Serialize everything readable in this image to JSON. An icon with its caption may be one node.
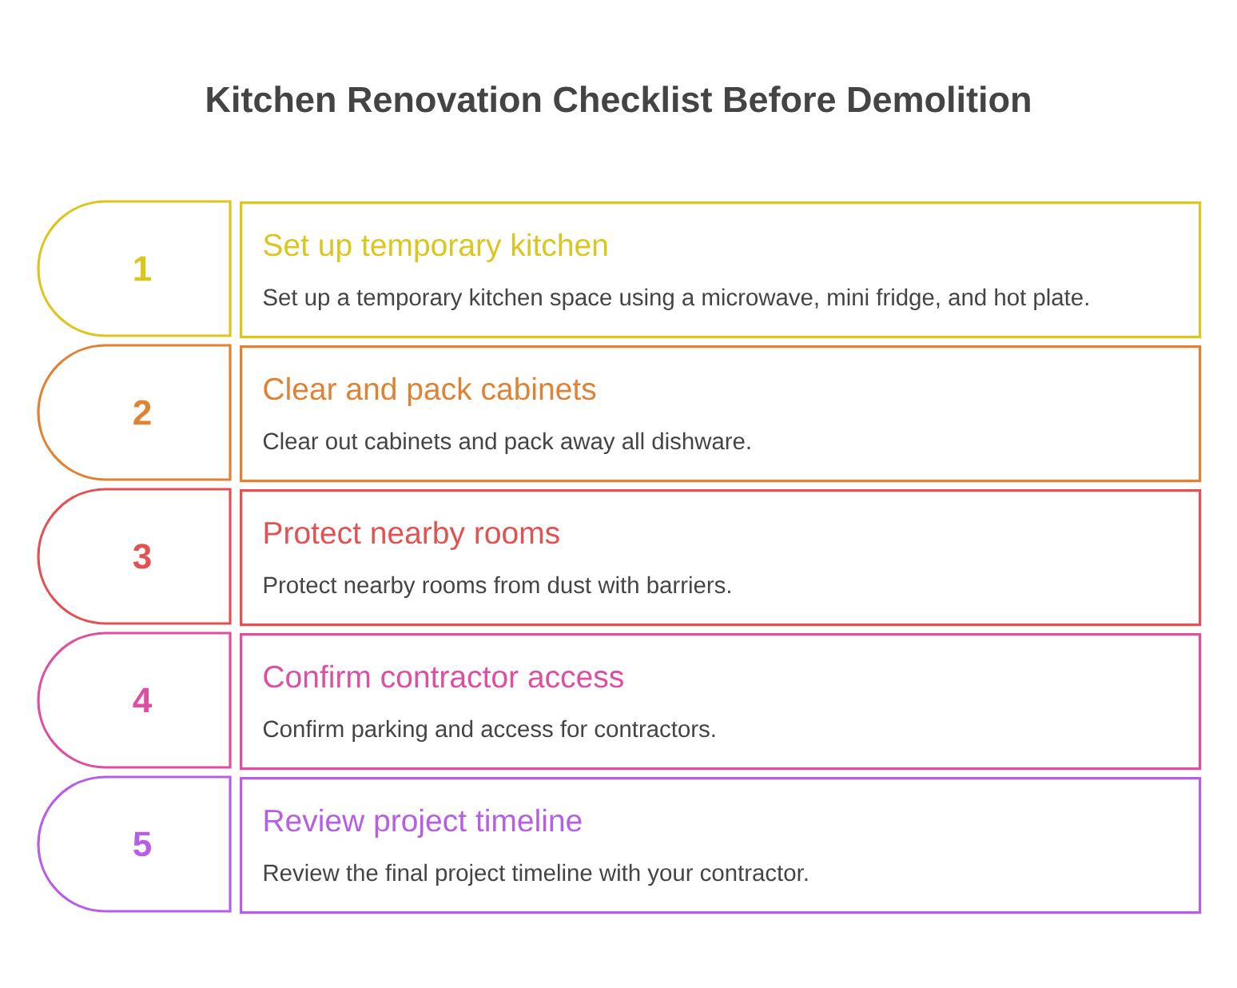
{
  "diagram": {
    "title": "Kitchen Renovation Checklist Before Demolition",
    "nodes": [
      {
        "text": [
          "1"
        ]
      },
      {
        "text": [
          "Set up temporary kitchen",
          "Set up a temporary kitchen space using a microwave, mini fridge, and hot plate."
        ]
      },
      {
        "text": [
          "2"
        ]
      },
      {
        "text": [
          "Clear and pack cabinets",
          "Clear out cabinets and pack away all dishware."
        ]
      },
      {
        "text": [
          "3"
        ]
      },
      {
        "text": [
          "Protect nearby rooms",
          "Protect nearby rooms from dust with barriers."
        ]
      },
      {
        "text": [
          "4"
        ]
      },
      {
        "text": [
          "Confirm contractor access",
          "Confirm parking and access for contractors."
        ]
      },
      {
        "text": [
          "5"
        ]
      },
      {
        "text": [
          "Review project timeline",
          "Review the final project timeline with your contractor."
        ]
      }
    ]
  }
}
